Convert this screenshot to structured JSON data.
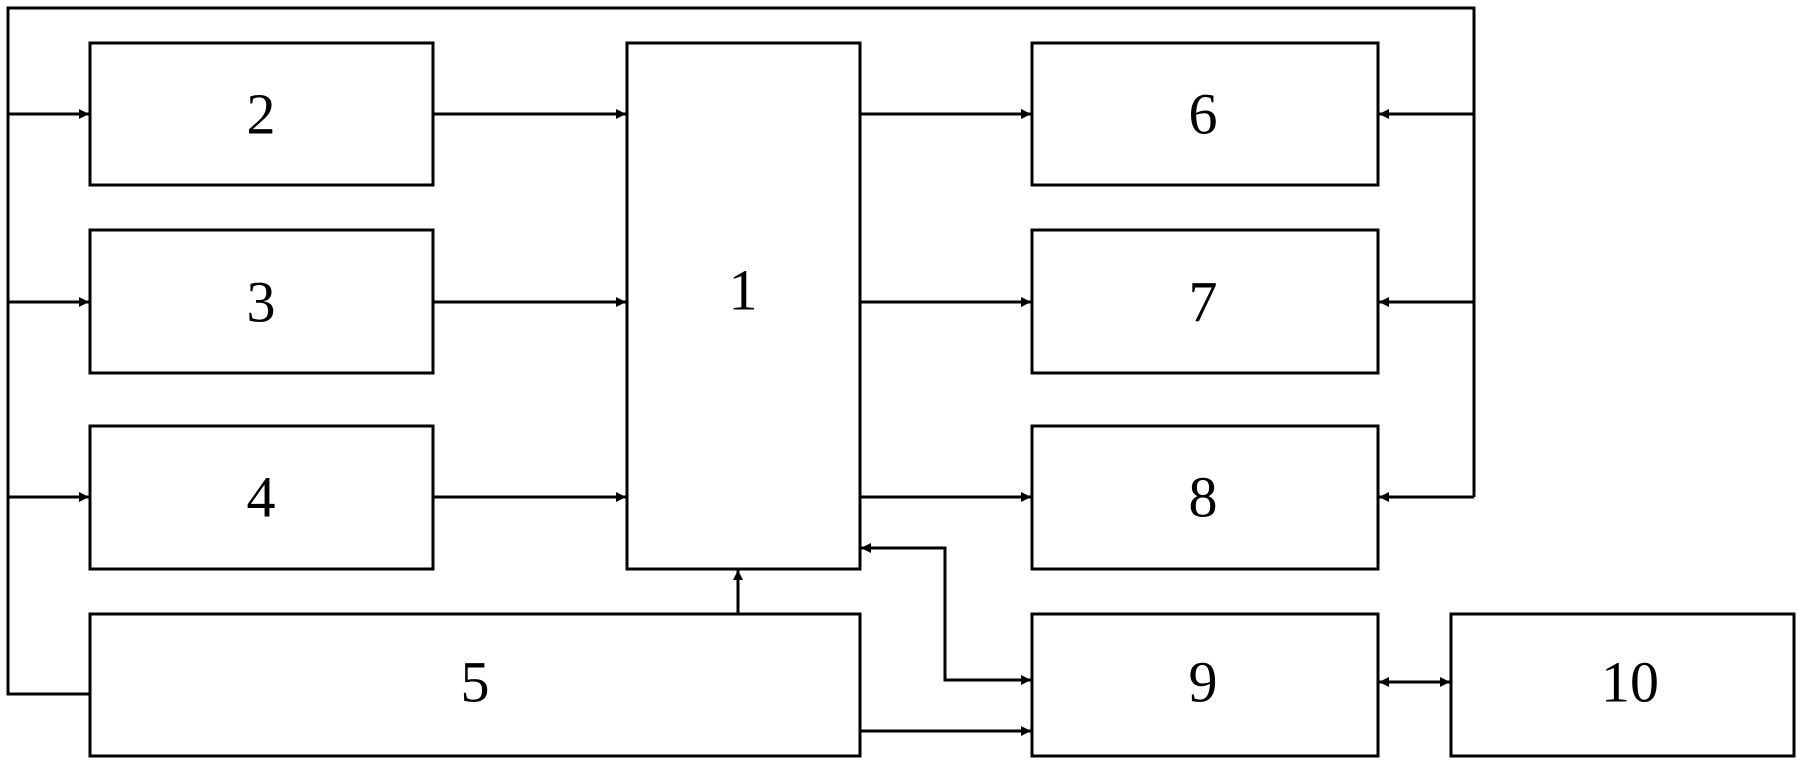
{
  "colors": {
    "stroke": "#000000",
    "background": "#ffffff"
  },
  "blocks": {
    "b1": {
      "label": "1"
    },
    "b2": {
      "label": "2"
    },
    "b3": {
      "label": "3"
    },
    "b4": {
      "label": "4"
    },
    "b5": {
      "label": "5"
    },
    "b6": {
      "label": "6"
    },
    "b7": {
      "label": "7"
    },
    "b8": {
      "label": "8"
    },
    "b9": {
      "label": "9"
    },
    "b10": {
      "label": "10"
    }
  },
  "connections": [
    {
      "from": "5",
      "to": "2"
    },
    {
      "from": "5",
      "to": "3"
    },
    {
      "from": "5",
      "to": "4"
    },
    {
      "from": "5",
      "to": "6"
    },
    {
      "from": "5",
      "to": "7"
    },
    {
      "from": "5",
      "to": "8"
    },
    {
      "from": "2",
      "to": "1"
    },
    {
      "from": "3",
      "to": "1"
    },
    {
      "from": "4",
      "to": "1"
    },
    {
      "from": "5",
      "to": "1"
    },
    {
      "from": "1",
      "to": "6"
    },
    {
      "from": "1",
      "to": "7"
    },
    {
      "from": "1",
      "to": "8"
    },
    {
      "from": "1",
      "to": "9",
      "bidirectional": true
    },
    {
      "from": "5",
      "to": "9"
    },
    {
      "from": "9",
      "to": "10",
      "bidirectional": true
    }
  ]
}
